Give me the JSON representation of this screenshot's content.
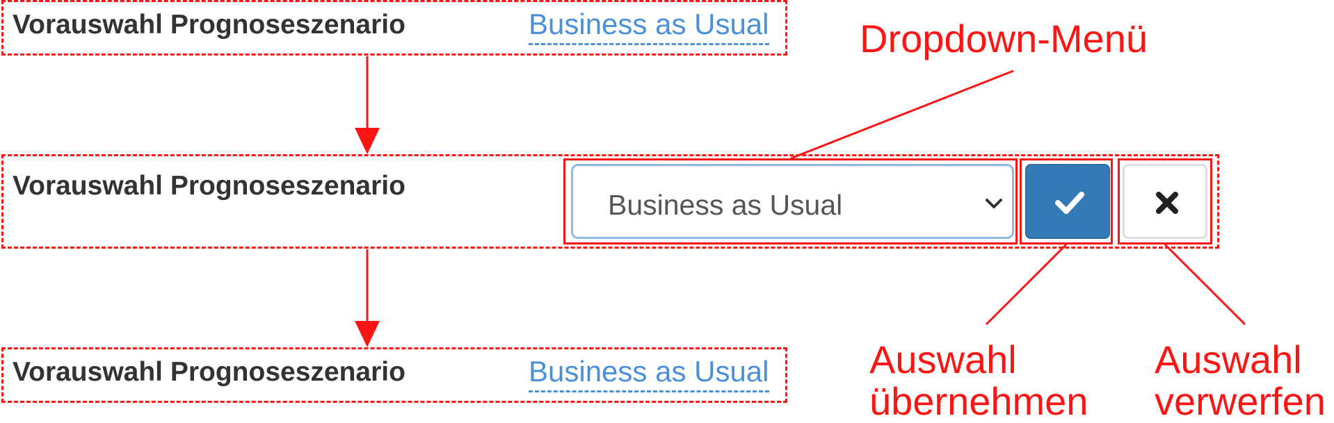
{
  "field": {
    "label": "Vorauswahl Prognoseszenario",
    "value": "Business as Usual"
  },
  "dropdown": {
    "selected": "Business as Usual"
  },
  "annotations": {
    "dropdown_menu": "Dropdown-Menü",
    "accept_line1": "Auswahl",
    "accept_line2": "übernehmen",
    "discard_line1": "Auswahl",
    "discard_line2": "verwerfen"
  },
  "colors": {
    "annotation_red": "#ff1414",
    "link_blue": "#4a90d9",
    "confirm_button": "#337ab7"
  },
  "icons": {
    "dropdown": "chevron-down-icon",
    "confirm": "check-icon",
    "cancel": "close-icon"
  }
}
